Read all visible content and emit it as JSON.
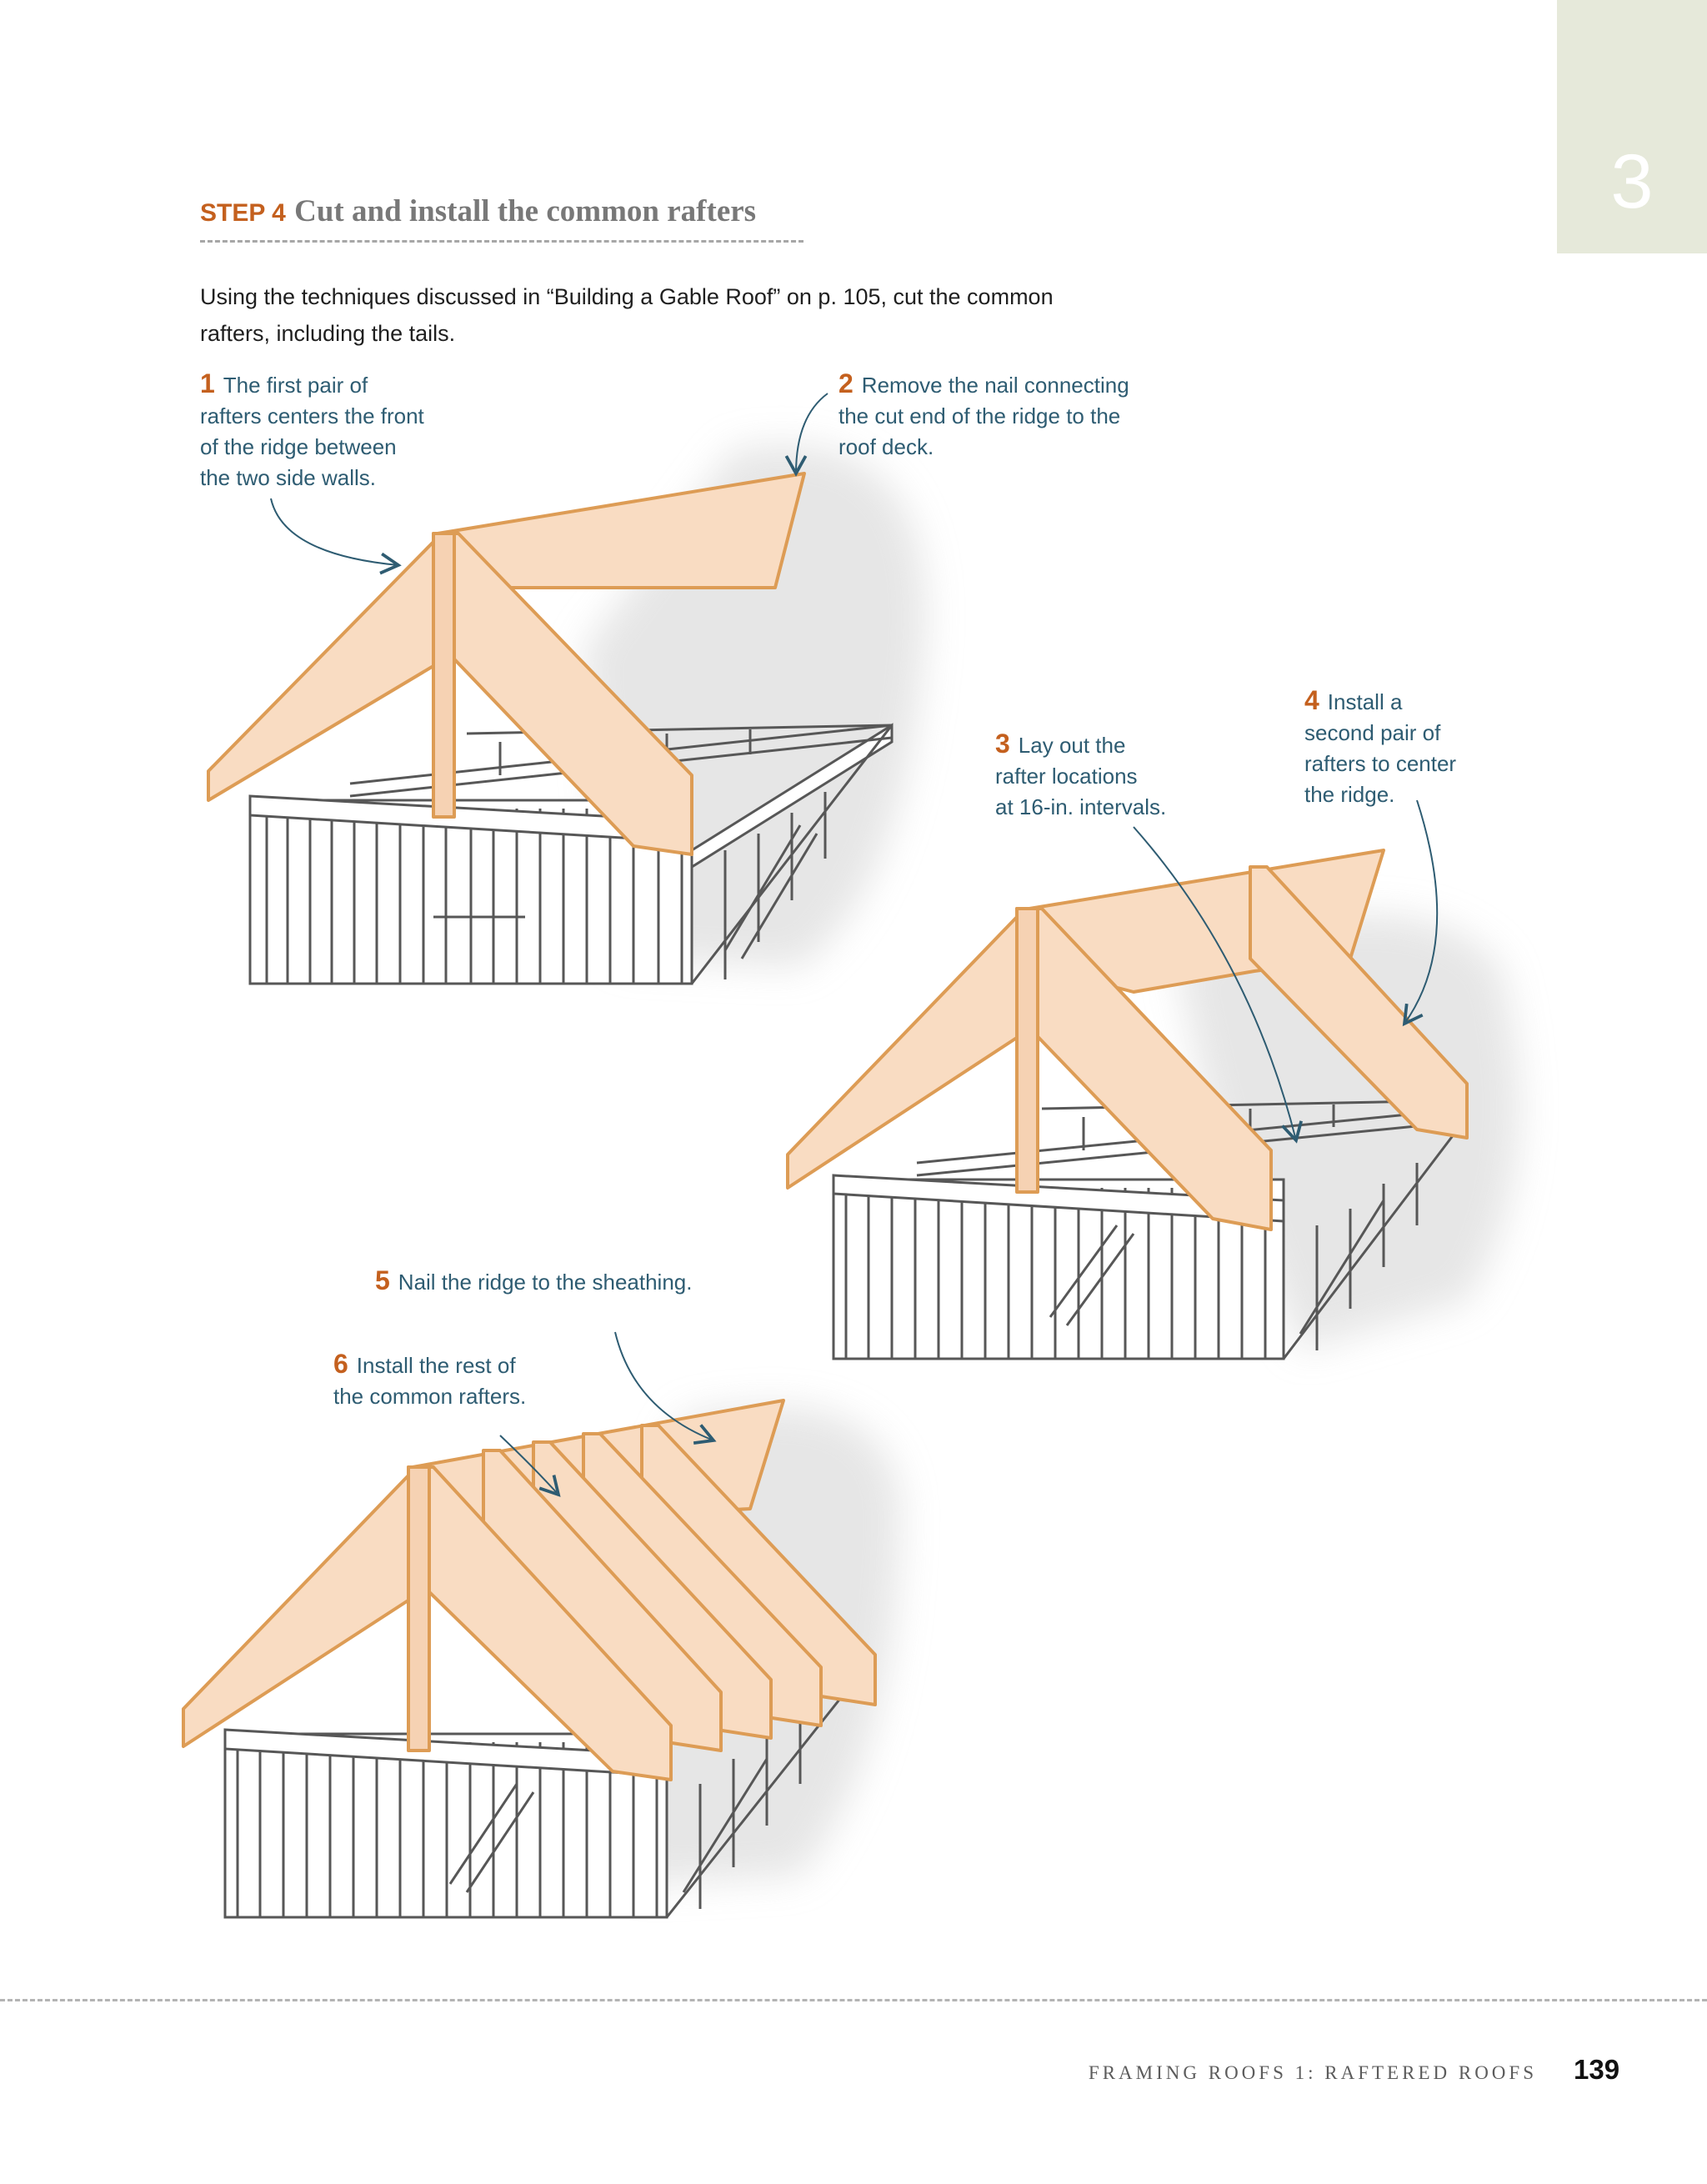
{
  "chapter_tab": {
    "number": "3"
  },
  "step": {
    "label": "STEP 4",
    "title": "Cut and install the common rafters",
    "intro": "Using the techniques discussed in “Building a Gable Roof” on p. 105, cut the common rafters, including the tails."
  },
  "callouts": [
    {
      "number": "1",
      "lines": [
        "The first pair of",
        "rafters centers the front",
        "of the ridge between",
        "the two side walls."
      ]
    },
    {
      "number": "2",
      "lines": [
        "Remove the nail connecting",
        "the cut end of the ridge to the",
        "roof deck."
      ]
    },
    {
      "number": "3",
      "lines": [
        "Lay out the",
        "rafter locations",
        "at 16-in. intervals."
      ]
    },
    {
      "number": "4",
      "lines": [
        "Install a",
        "second pair of",
        "rafters to center",
        "the ridge."
      ]
    },
    {
      "number": "5",
      "lines": [
        "Nail the ridge to the sheathing."
      ]
    },
    {
      "number": "6",
      "lines": [
        "Install the rest of",
        "the common rafters."
      ]
    }
  ],
  "colors": {
    "accent": "#c4601e",
    "callout_text": "#2e5c72",
    "rafter_fill": "#f9dcc2",
    "rafter_stroke": "#dd9c55",
    "framing_stroke": "#555555",
    "chapter_tab": "#e6e9da"
  },
  "footer": {
    "running_head": "FRAMING ROOFS 1: RAFTERED ROOFS",
    "page_number": "139"
  }
}
